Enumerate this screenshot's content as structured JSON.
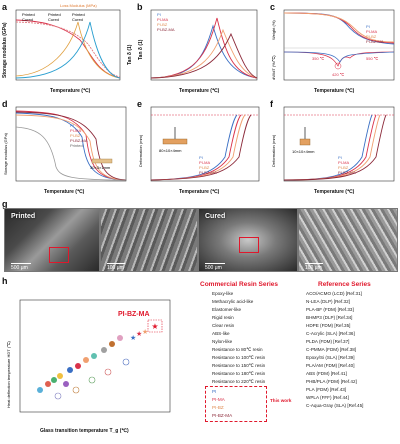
{
  "panels": {
    "a": {
      "label": "a",
      "top_axis": "Loss Modulus (MPa)",
      "ylabel_left": "Storage modulus (GPa)",
      "ylabel_right": "Tan δ (1)",
      "xlabel": "Temperature (℃)",
      "legend": [
        "Printed",
        "Printed",
        "Printed",
        "Cured",
        "Cured",
        "Cured"
      ]
    },
    "b": {
      "label": "b",
      "ylabel": "Tan δ (1)",
      "xlabel": "Temperature (℃)",
      "legend": [
        "PI",
        "PI-MA",
        "PI-BZ",
        "PI-BZ-MA"
      ]
    },
    "c": {
      "label": "c",
      "ylabel_top": "Weight (%)",
      "ylabel_bottom": "dW/dT (%/℃)",
      "xlabel": "Temperature (℃)",
      "legend": [
        "PI",
        "PI-MA",
        "PI-BZ",
        "PI-BZ-MA"
      ],
      "annotations": [
        "350 ℃",
        "420 ℃",
        "550 ℃"
      ]
    },
    "d": {
      "label": "d",
      "ylabel": "Storage modulus (GPa)",
      "xlabel": "Temperature (℃)",
      "legend": [
        "PI",
        "PI-MA",
        "PI-BZ",
        "PI-BZ-MA",
        "Printed"
      ],
      "specimen": "30×3×1mm"
    },
    "e": {
      "label": "e",
      "ylabel": "Deformation (mm)",
      "xlabel": "Temperature (℃)",
      "legend": [
        "PI",
        "PI-MA",
        "PI-BZ",
        "PI-BZ-MA"
      ],
      "specimen": "80×10×4mm"
    },
    "f": {
      "label": "f",
      "ylabel": "Deformation (mm)",
      "xlabel": "Temperature (℃)",
      "legend": [
        "PI",
        "PI-MA",
        "PI-BZ",
        "PI-BZ-MA"
      ],
      "specimen": "10×10×4mm"
    },
    "g": {
      "label": "g",
      "images": [
        {
          "title": "Printed",
          "scale": "500 μm"
        },
        {
          "title": "",
          "scale": "100 μm"
        },
        {
          "title": "Cured",
          "scale": "500 μm"
        },
        {
          "title": "",
          "scale": "100 μm"
        }
      ]
    },
    "h": {
      "label": "h",
      "xlabel": "Glass transition temperature T_g (℃)",
      "ylabel": "Heat deflection temperature HDT (℃)",
      "highlight": "PI-BZ-MA",
      "this_work": "This work"
    }
  },
  "commercial": {
    "title": "Commercial Resin Series",
    "items": [
      "Epoxy-like",
      "Methacrylic acid-like",
      "Elastomer-like",
      "Rigid resin",
      "Clear resin",
      "ABS-like",
      "Nylon-like",
      "Resistance to 80℃ resin",
      "Resistance to 100℃ resin",
      "Resistance to 150℃ resin",
      "Resistance to 180℃ resin",
      "Resistance to 220℃ resin",
      "PI",
      "PI-MA",
      "PI-BZ",
      "PI-BZ-MA"
    ]
  },
  "reference": {
    "title": "Reference Series",
    "items": [
      "ACO/ACMO (LCD) [Ref.31]",
      "N-LEA (DLP) [Ref.32]",
      "PLA-BF (FDM) [Ref.33]",
      "BHMP3 (DLP) [Ref.34]",
      "HDPE (FDM) [Ref.35]",
      "C-Acrylic (SLA) [Ref.36]",
      "PLDA (FDM) [Ref.37]",
      "C-PMMA (FDM) [Ref.38]",
      "Epoxy/Si (SLA) [Ref.39]",
      "PLA/AM (FDM) [Ref.40]",
      "ABS (FDM) [Ref.41]",
      "PHB/PLA (FDM) [Ref.42]",
      "PLA (FDM) [Ref.43]",
      "WPLA (FFF) [Ref.44]",
      "C-Aqua-Gray (SLA) [Ref.45]"
    ]
  },
  "colors": {
    "PI": "#3a6fc4",
    "PI-MA": "#d9324a",
    "PI-BZ": "#f0a070",
    "PI-BZ-MA": "#8c2a3a",
    "Printed": "#2a9fd0",
    "Cured": "#e06a6a",
    "accent": "#e0182c"
  }
}
